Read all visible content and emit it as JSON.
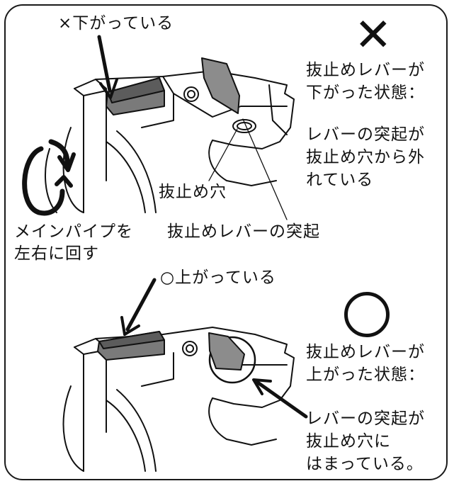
{
  "bad_case": {
    "callout": "×下がっている",
    "mark": "✕",
    "state_line1": "抜止めレバーが",
    "state_line2": "下がった状態：",
    "detail_line1": "レバーの突起が",
    "detail_line2": "抜止め穴から外",
    "detail_line3": "れている",
    "hole_label": "抜止め穴",
    "protrusion_label": "抜止めレバーの突起",
    "rotate_line1": "メインパイプを",
    "rotate_line2": "左右に回す"
  },
  "good_case": {
    "callout": "○上がっている",
    "state_line1": "抜止めレバーが",
    "state_line2": "上がった状態：",
    "detail_line1": "レバーの突起が",
    "detail_line2": "抜止め穴に",
    "detail_line3": "はまっている。"
  },
  "icons": [
    "cross-mark-icon",
    "circle-mark-icon",
    "rotate-arrow-icon"
  ]
}
